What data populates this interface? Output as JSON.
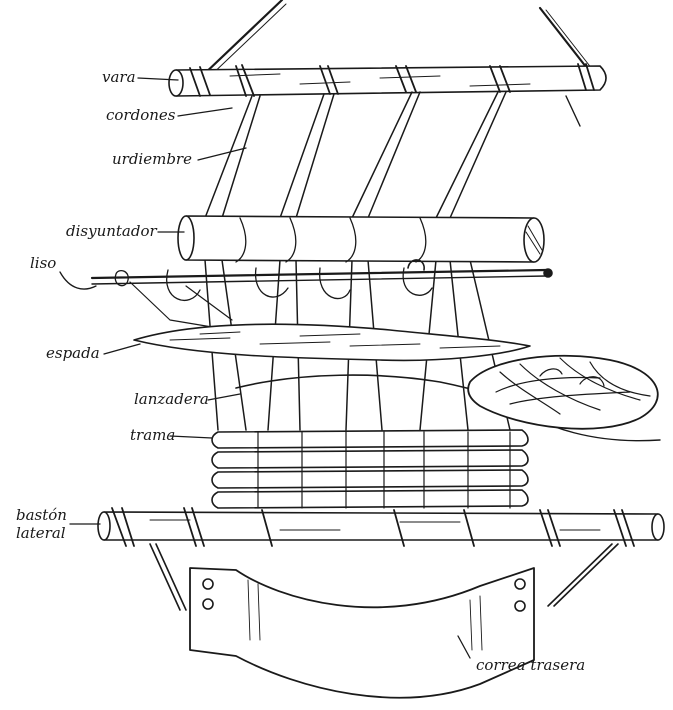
{
  "labels": {
    "vara": "vara",
    "cordones": "cordones",
    "urdiembre": "urdiembre",
    "disyuntador": "disyuntador",
    "liso": "liso",
    "espada": "espada",
    "lanzadera": "lanzadera",
    "trama": "trama",
    "baston_line1": "bastón",
    "baston_line2": "lateral",
    "correa": "correa trasera"
  },
  "colors": {
    "ink": "#1a1a1a",
    "paper": "#ffffff"
  }
}
